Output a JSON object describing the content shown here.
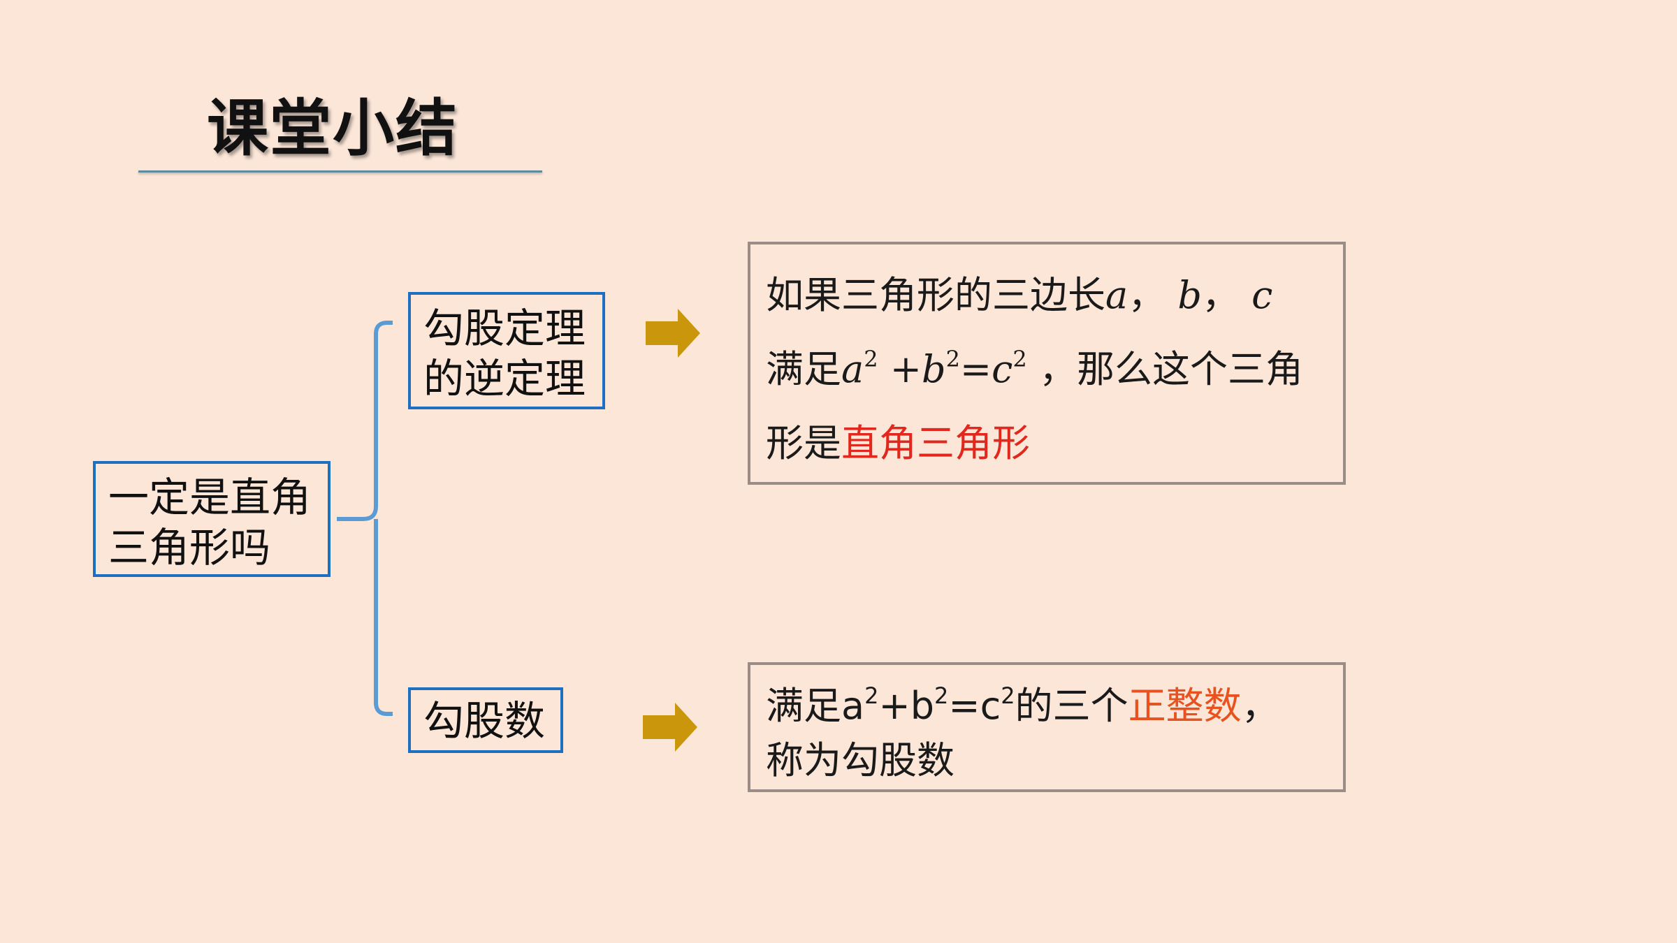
{
  "title": "课堂小结",
  "root": {
    "line1": "一定是直角",
    "line2": "三角形吗"
  },
  "branch_top": {
    "line1": "勾股定理",
    "line2": "的逆定理"
  },
  "branch_bottom": {
    "label": "勾股数"
  },
  "def_top": {
    "l1_text": "如果三角形的三边长",
    "var_a": "a",
    "comma1": "，",
    "var_b": "b",
    "comma2": "，",
    "var_c": "c",
    "l2_text": "满足",
    "exp": "2",
    "plus": "+",
    "eq": "=",
    "l2_tail": "，那么这个三角",
    "l3_text": "形是",
    "l3_highlight": "直角三角形"
  },
  "def_bottom": {
    "l1_prefix": "满足",
    "a": "a",
    "exp": "2",
    "plus": "+",
    "b": "b",
    "eq": "=",
    "c": "c",
    "l1_mid": "的三个",
    "l1_highlight": "正整数",
    "l1_tail": "，",
    "l2_text": "称为勾股数"
  },
  "colors": {
    "background": "#fce6d8",
    "node_border": "#1f6fc0",
    "bracket": "#5b9bd5",
    "arrow": "#c9960c",
    "def_border": "#9a8c86",
    "highlight_red": "#e0281e",
    "highlight_orange": "#e8521f"
  },
  "icons": {
    "arrow": "right-arrow-icon"
  }
}
